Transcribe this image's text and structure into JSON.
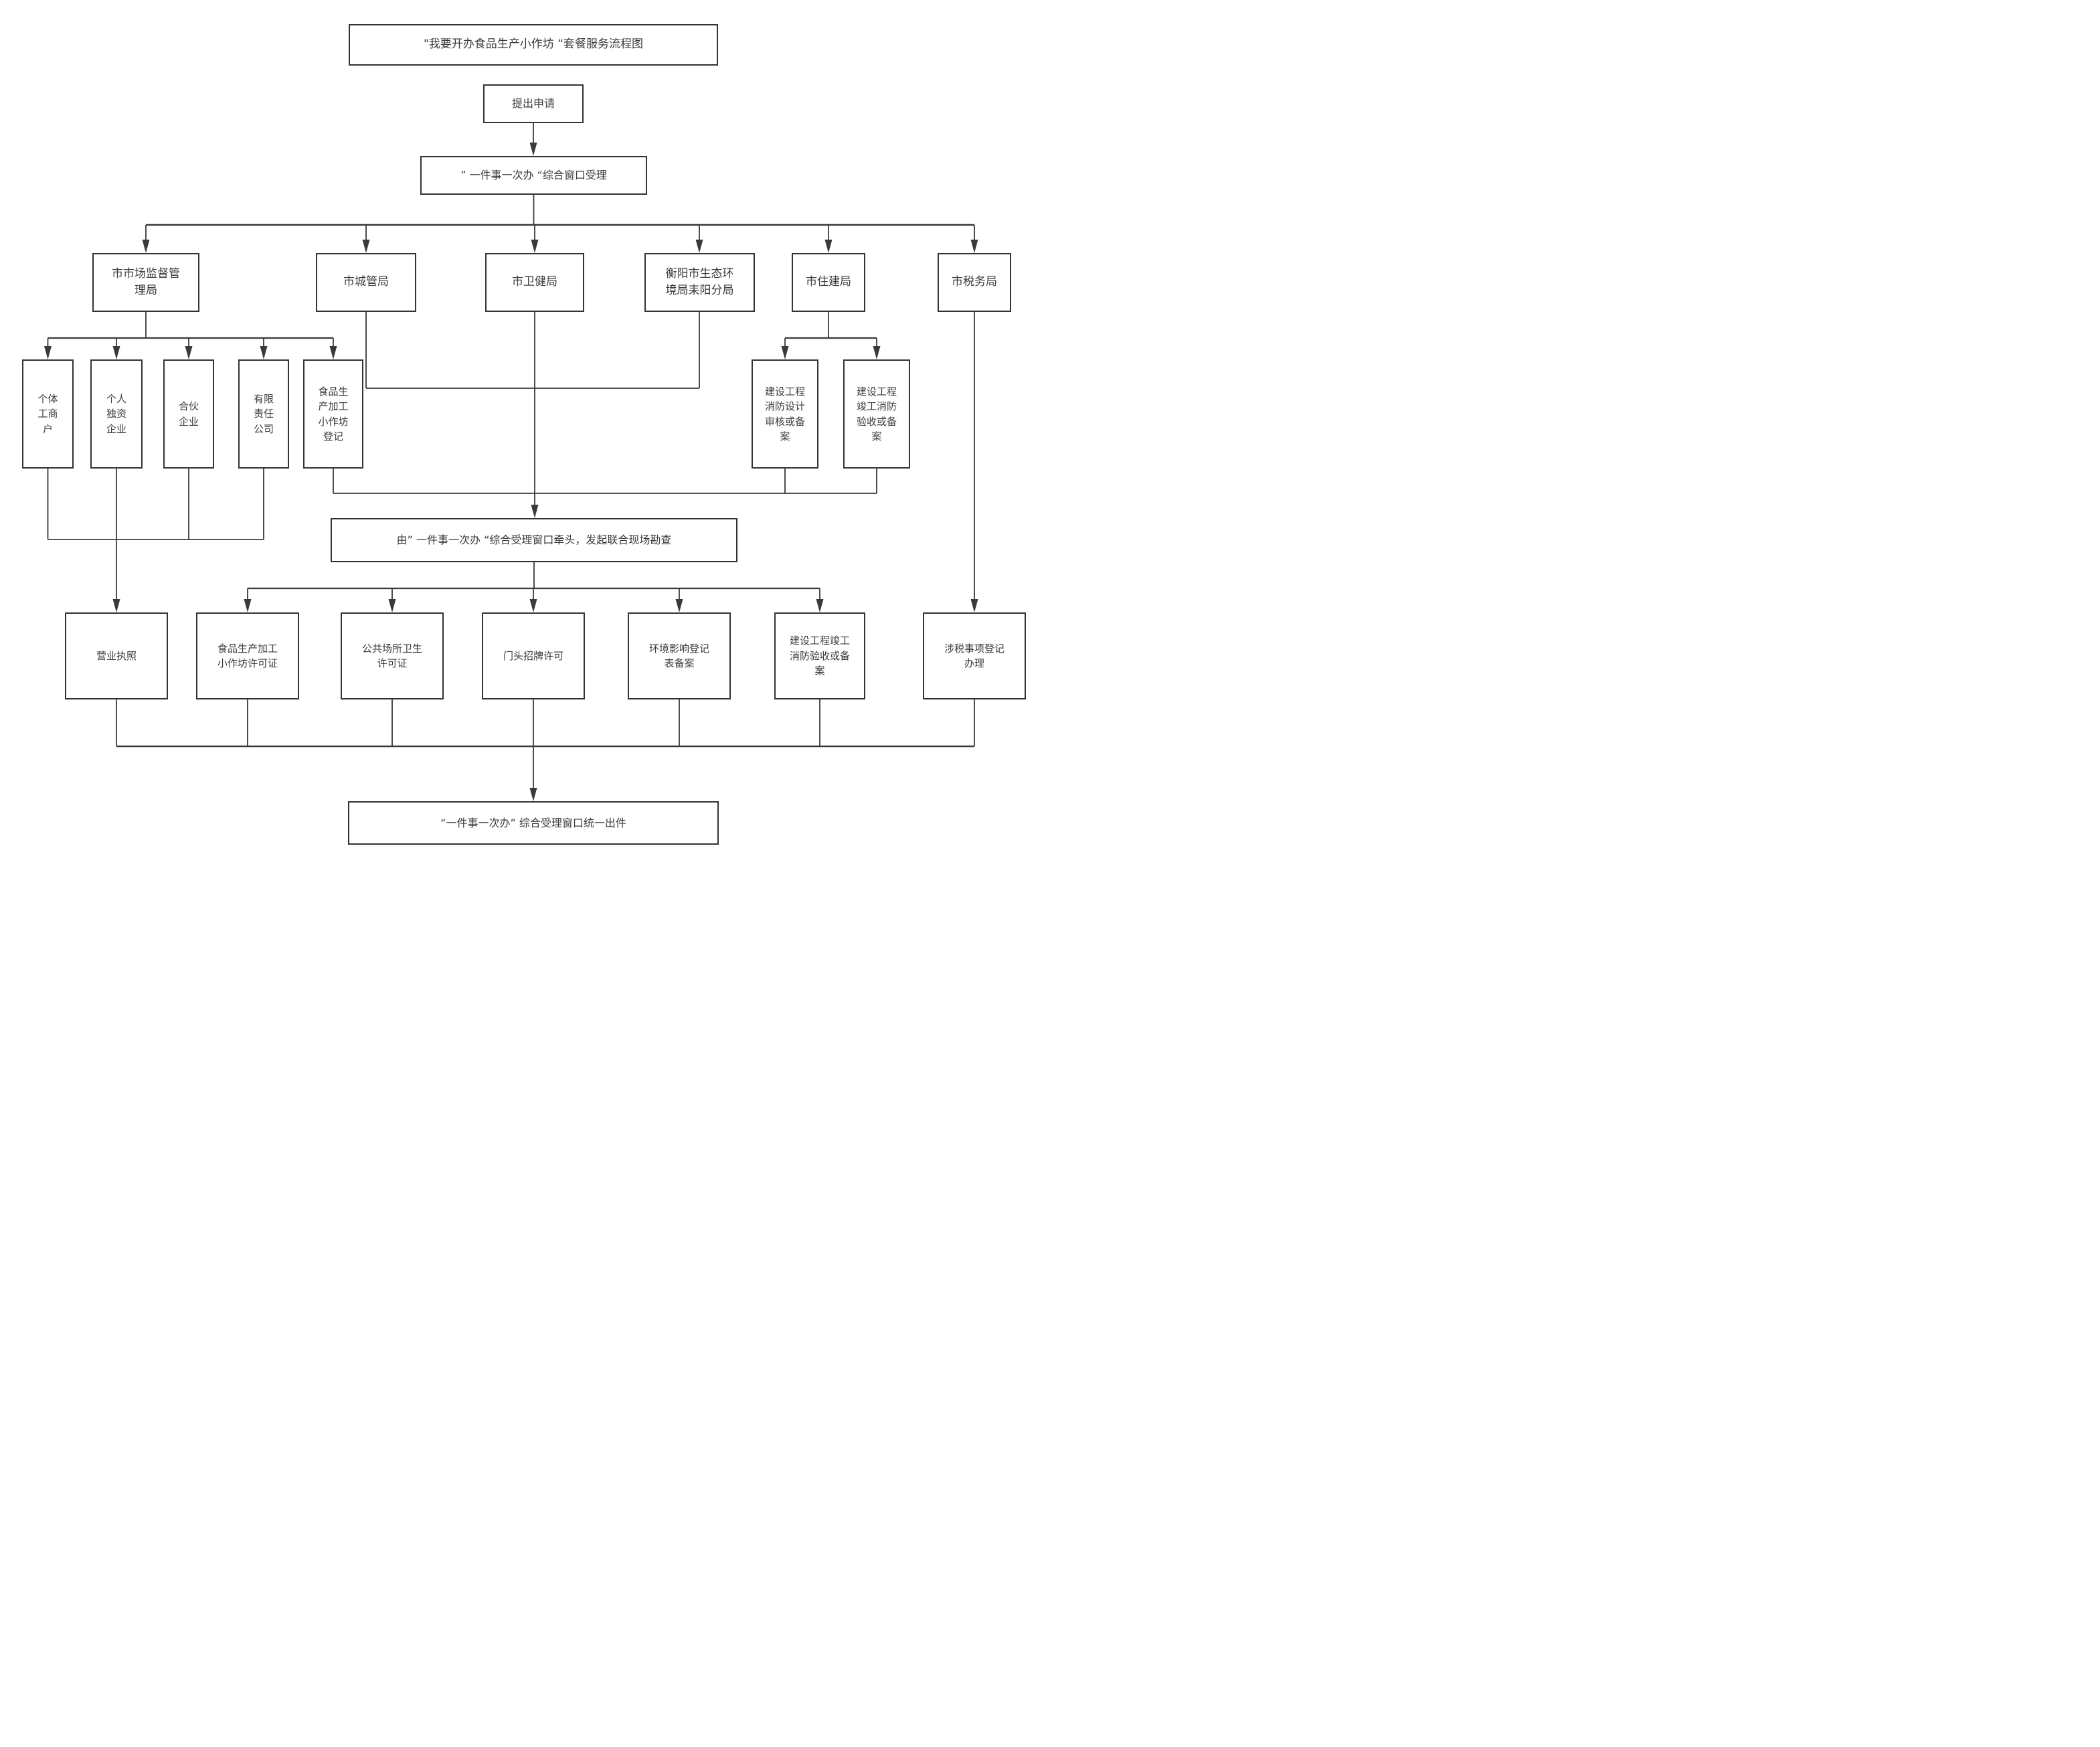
{
  "diagram": {
    "type": "flowchart",
    "orientation": "top-down"
  },
  "colors": {
    "background": "#ffffff",
    "box_border": "#333333",
    "connector_line": "#3a3a3a",
    "text": "#3a3a3a"
  },
  "nodes": {
    "title": {
      "label": "\"我要开办食品生产小作坊 “套餐服务流程图"
    },
    "apply": {
      "label": "提出申请"
    },
    "window": {
      "label": "” 一件事一次办 “综合窗口受理"
    },
    "dept_market": {
      "label": "市市场监督管理局"
    },
    "dept_city": {
      "label": "市城管局"
    },
    "dept_health": {
      "label": "市卫健局"
    },
    "dept_eco": {
      "label": "衡阳市生态环境局耒阳分局"
    },
    "dept_housing": {
      "label": "市住建局"
    },
    "dept_tax": {
      "label": "市税务局"
    },
    "sub_individual": {
      "label": "个体工商户"
    },
    "sub_sole": {
      "label": "个人独资企业"
    },
    "sub_partner": {
      "label": "合伙企业"
    },
    "sub_llc": {
      "label": "有限责任公司"
    },
    "sub_workshop": {
      "label": "食品生产加工小作坊登记"
    },
    "fire_design": {
      "label": "建设工程消防设计审核或备案"
    },
    "fire_accept": {
      "label": "建设工程竣工消防验收或备案"
    },
    "survey": {
      "label": "由” 一件事一次办 “综合受理窗口牵头，发起联合现场勘查"
    },
    "license": {
      "label": "营业执照"
    },
    "workshop_permit": {
      "label": "食品生产加工小作坊许可证"
    },
    "hygiene_permit": {
      "label": "公共场所卫生许可证"
    },
    "signboard": {
      "label": "门头招牌许可"
    },
    "env_record": {
      "label": "环境影响登记表备案"
    },
    "fire_accept_out": {
      "label": "建设工程竣工消防验收或备案"
    },
    "tax_reg": {
      "label": "涉税事项登记办理"
    },
    "final": {
      "label": "“一件事一次办” 综合受理窗口统一出件"
    }
  }
}
